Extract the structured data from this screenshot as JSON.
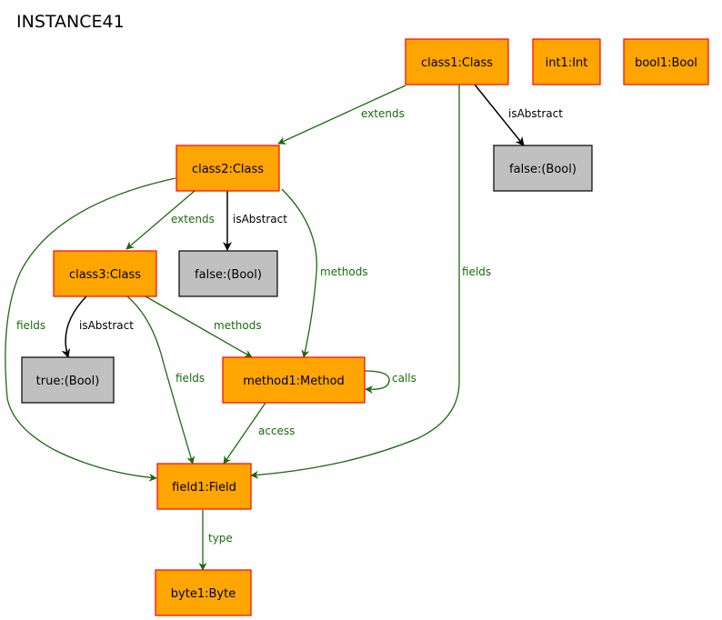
{
  "title": "INSTANCE41",
  "colors": {
    "object_fill": "#ffa500",
    "object_border": "#ff0000",
    "value_fill": "#c0c0c0",
    "value_border": "#000000",
    "reference_edge": "#1a6b0d",
    "attribute_edge": "#000000"
  },
  "nodes": {
    "class1": "class1:Class",
    "int1": "int1:Int",
    "bool1": "bool1:Bool",
    "class2": "class2:Class",
    "false1": "false:(Bool)",
    "class3": "class3:Class",
    "false2": "false:(Bool)",
    "true1": "true:(Bool)",
    "method1": "method1:Method",
    "field1": "field1:Field",
    "byte1": "byte1:Byte"
  },
  "edges": {
    "class1_extends": "extends",
    "class1_isAbstract": "isAbstract",
    "class1_fields": "fields",
    "class2_extends": "extends",
    "class2_isAbstract": "isAbstract",
    "class2_methods": "methods",
    "class2_fields": "fields",
    "class3_isAbstract": "isAbstract",
    "class3_methods": "methods",
    "class3_fields": "fields",
    "method1_calls": "calls",
    "method1_access": "access",
    "field1_type": "type"
  }
}
